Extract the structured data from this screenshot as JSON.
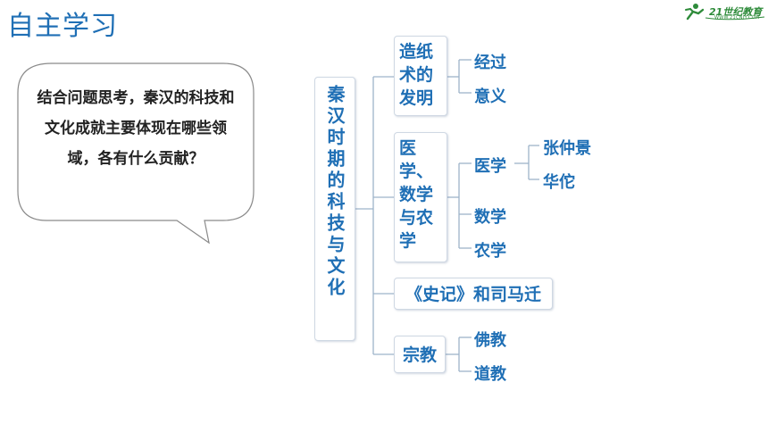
{
  "header": {
    "title": "自主学习"
  },
  "logo": {
    "text": "21世纪教育",
    "subtext": "WWW.21CNJY.COM"
  },
  "question": {
    "text": "结合问题思考，秦汉的科技和文化成就主要体现在哪些领域，各有什么贡献？"
  },
  "mindmap": {
    "root": "秦汉时期的科技与文化",
    "branches": [
      {
        "label": "造纸术的发明",
        "children": [
          "经过",
          "意义"
        ]
      },
      {
        "label": "医学、数学与农学",
        "children": [
          "医学",
          "数学",
          "农学"
        ],
        "grandchildren": [
          "张仲景",
          "华佗"
        ]
      },
      {
        "label": "《史记》和司马迁",
        "children": []
      },
      {
        "label": "宗教",
        "children": [
          "佛教",
          "道教"
        ]
      }
    ]
  },
  "colors": {
    "accent": "#1f6fb5",
    "logo": "#2e8b3a",
    "line": "#9db3c9"
  }
}
